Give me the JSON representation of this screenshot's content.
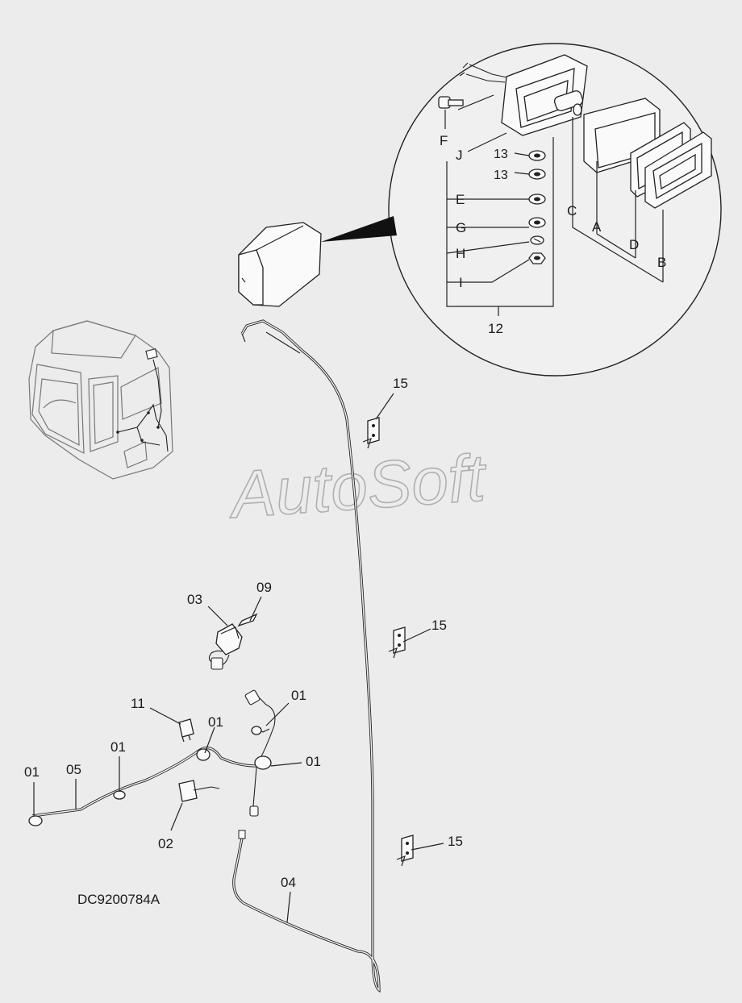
{
  "diagram": {
    "code": "DC9200784A",
    "watermark": "AutoSoft",
    "detail_labels": {
      "F": "F",
      "J": "J",
      "q13a": "13",
      "q13b": "13",
      "E": "E",
      "G": "G",
      "H": "H",
      "I": "I",
      "n12": "12",
      "C": "C",
      "A": "A",
      "D": "D",
      "B": "B"
    },
    "callouts": {
      "c15a": "15",
      "c15b": "15",
      "c15c": "15",
      "c03": "03",
      "c09": "09",
      "c11": "11",
      "c01a": "01",
      "c01b": "01",
      "c01c": "01",
      "c01d": "01",
      "c01e": "01",
      "c05": "05",
      "c02": "02",
      "c04": "04"
    },
    "icons": [
      "work-light-icon",
      "cab-icon",
      "bracket-icon",
      "switch-icon",
      "relay-icon",
      "clamp-icon",
      "harness-icon"
    ]
  }
}
